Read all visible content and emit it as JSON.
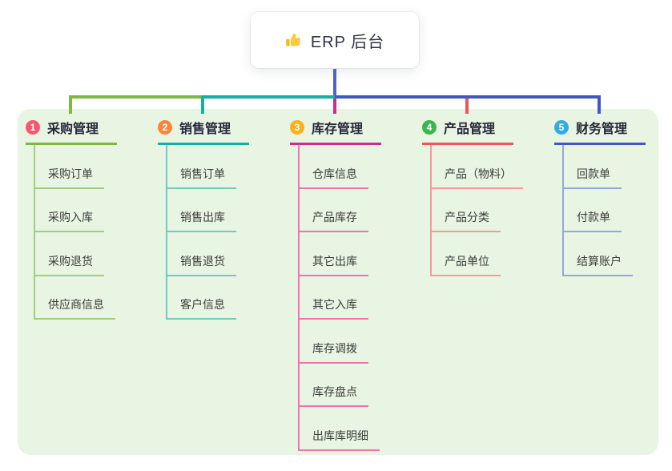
{
  "root": {
    "label": "ERP 后台",
    "icon": "thumbs-up-icon",
    "icon_color": "#fcc93d"
  },
  "colors": {
    "panel_background": "#e8f5e2",
    "root_line": "#5164c6",
    "header_text": "#26263a",
    "child_text": "#3c3c3c"
  },
  "branches": [
    {
      "num": "1",
      "title": "采购管理",
      "badge_color": "#f8566f",
      "line": "#7cb93e",
      "child_line": "#9ecf7d",
      "children": [
        "采购订单",
        "采购入库",
        "采购退货",
        "供应商信息"
      ]
    },
    {
      "num": "2",
      "title": "销售管理",
      "badge_color": "#f9863c",
      "line": "#14b0a5",
      "child_line": "#72c9c0",
      "children": [
        "销售订单",
        "销售出库",
        "销售退货",
        "客户信息"
      ]
    },
    {
      "num": "3",
      "title": "库存管理",
      "badge_color": "#fbb11d",
      "line": "#cb2f8d",
      "child_line": "#f173b1",
      "children": [
        "仓库信息",
        "产品库存",
        "其它出库",
        "其它入库",
        "库存调拨",
        "库存盘点",
        "出库库明细"
      ]
    },
    {
      "num": "4",
      "title": "产品管理",
      "badge_color": "#3bb553",
      "line": "#f0535a",
      "child_line": "#f49a9d",
      "children": [
        "产品（物料）",
        "产品分类",
        "产品单位"
      ]
    },
    {
      "num": "5",
      "title": "财务管理",
      "badge_color": "#32ade2",
      "line": "#4158c2",
      "child_line": "#93a7dd",
      "children": [
        "回款单",
        "付款单",
        "结算账户"
      ]
    }
  ]
}
